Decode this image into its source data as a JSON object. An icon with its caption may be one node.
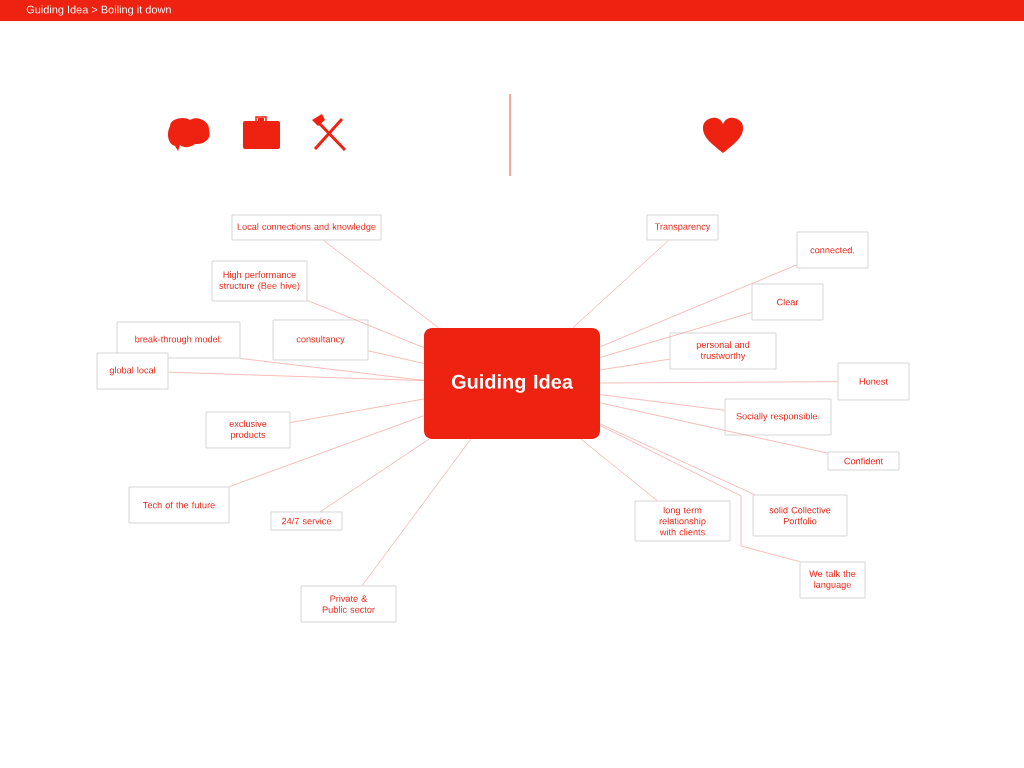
{
  "diagram": {
    "title": "Guiding Idea >  Boiling it down",
    "nodes": [
      {
        "text": [
          "Guiding Idea"
        ]
      },
      {
        "text": [
          "Local connections and knowledge"
        ]
      },
      {
        "text": [
          "High performance structure (Bee hive)"
        ]
      },
      {
        "text": [
          "break-through model:"
        ]
      },
      {
        "text": [
          "consultancy"
        ]
      },
      {
        "text": [
          "global local"
        ]
      },
      {
        "text": [
          "exclusive products"
        ]
      },
      {
        "text": [
          "Tech of the future"
        ]
      },
      {
        "text": [
          "24/7 service"
        ]
      },
      {
        "text": [
          "Private & Public sector"
        ]
      },
      {
        "text": [
          "Transparency"
        ]
      },
      {
        "text": [
          "connected."
        ]
      },
      {
        "text": [
          "Clear"
        ]
      },
      {
        "text": [
          "personal and trustworthy"
        ]
      },
      {
        "text": [
          "Honest"
        ]
      },
      {
        "text": [
          "Socially responsible."
        ]
      },
      {
        "text": [
          "Confident"
        ]
      },
      {
        "text": [
          "long term relationship with clients"
        ]
      },
      {
        "text": [
          "solid Collective Portfolio"
        ]
      },
      {
        "text": [
          "We talk the language"
        ]
      }
    ],
    "edges": [
      {
        "from": 0,
        "to": 1,
        "arrow": "none"
      },
      {
        "from": 0,
        "to": 2,
        "arrow": "none"
      },
      {
        "from": 0,
        "to": 3,
        "arrow": "none"
      },
      {
        "from": 0,
        "to": 4,
        "arrow": "none"
      },
      {
        "from": 0,
        "to": 5,
        "arrow": "none"
      },
      {
        "from": 0,
        "to": 6,
        "arrow": "none"
      },
      {
        "from": 0,
        "to": 7,
        "arrow": "none"
      },
      {
        "from": 0,
        "to": 8,
        "arrow": "none"
      },
      {
        "from": 0,
        "to": 9,
        "arrow": "none"
      },
      {
        "from": 0,
        "to": 10,
        "arrow": "none"
      },
      {
        "from": 0,
        "to": 11,
        "arrow": "none"
      },
      {
        "from": 0,
        "to": 12,
        "arrow": "none"
      },
      {
        "from": 0,
        "to": 13,
        "arrow": "none"
      },
      {
        "from": 0,
        "to": 14,
        "arrow": "none"
      },
      {
        "from": 0,
        "to": 15,
        "arrow": "none"
      },
      {
        "from": 0,
        "to": 16,
        "arrow": "none"
      },
      {
        "from": 0,
        "to": 17,
        "arrow": "none"
      },
      {
        "from": 0,
        "to": 18,
        "arrow": "none"
      },
      {
        "from": 0,
        "to": 19,
        "arrow": "none"
      }
    ]
  }
}
